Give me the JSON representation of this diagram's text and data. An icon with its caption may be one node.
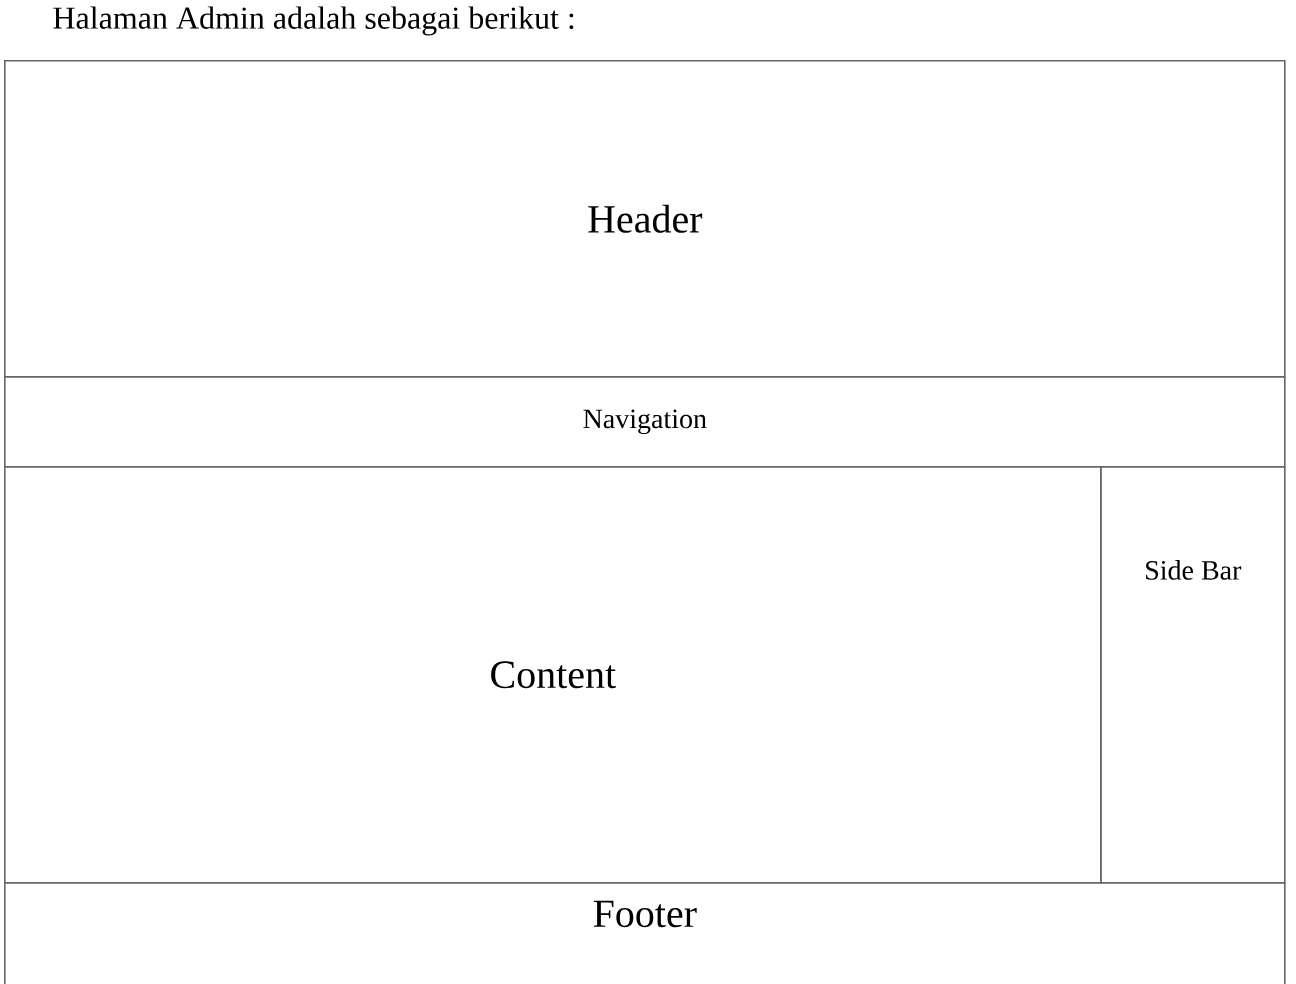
{
  "diagram": {
    "title": "Halaman Admin adalah sebagai berikut :",
    "nodes": [
      {
        "text": [
          "Header"
        ]
      },
      {
        "text": [
          "Navigation"
        ]
      },
      {
        "text": [
          "Content"
        ]
      },
      {
        "text": [
          "Side Bar"
        ]
      },
      {
        "text": [
          "Footer"
        ]
      }
    ]
  }
}
